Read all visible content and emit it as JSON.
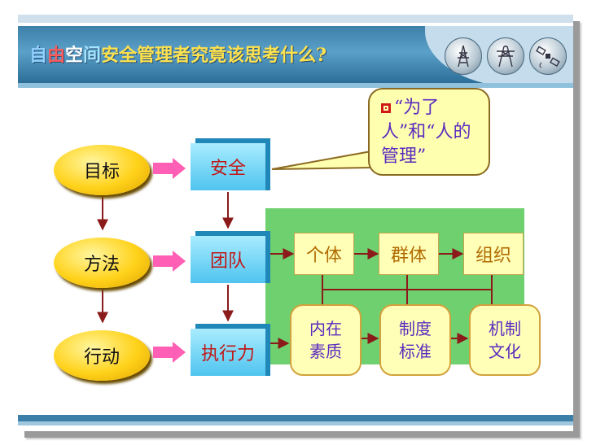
{
  "header": {
    "title_prefix": [
      "自",
      "由",
      "空",
      "间"
    ],
    "title": "安全管理者究竟该思考什么?"
  },
  "diagram": {
    "ovals": [
      "目标",
      "方法",
      "行动"
    ],
    "cubes": [
      "安全",
      "团队",
      "执行力"
    ],
    "top_row": [
      "个体",
      "群体",
      "组织"
    ],
    "bottom_row": [
      "内在\n素质",
      "制度\n标准",
      "机制\n文化"
    ],
    "callout": "“为了人”和“人的管理”"
  },
  "colors": {
    "oval": "#ffd21a",
    "cube": "#4fc4ef",
    "cube_text": "#c01818",
    "green_panel": "#6fd06f",
    "arrow": "#8b1a1a"
  },
  "icons": [
    "transmission-tower-icon",
    "power-pylon-icon",
    "satellite-icon"
  ]
}
